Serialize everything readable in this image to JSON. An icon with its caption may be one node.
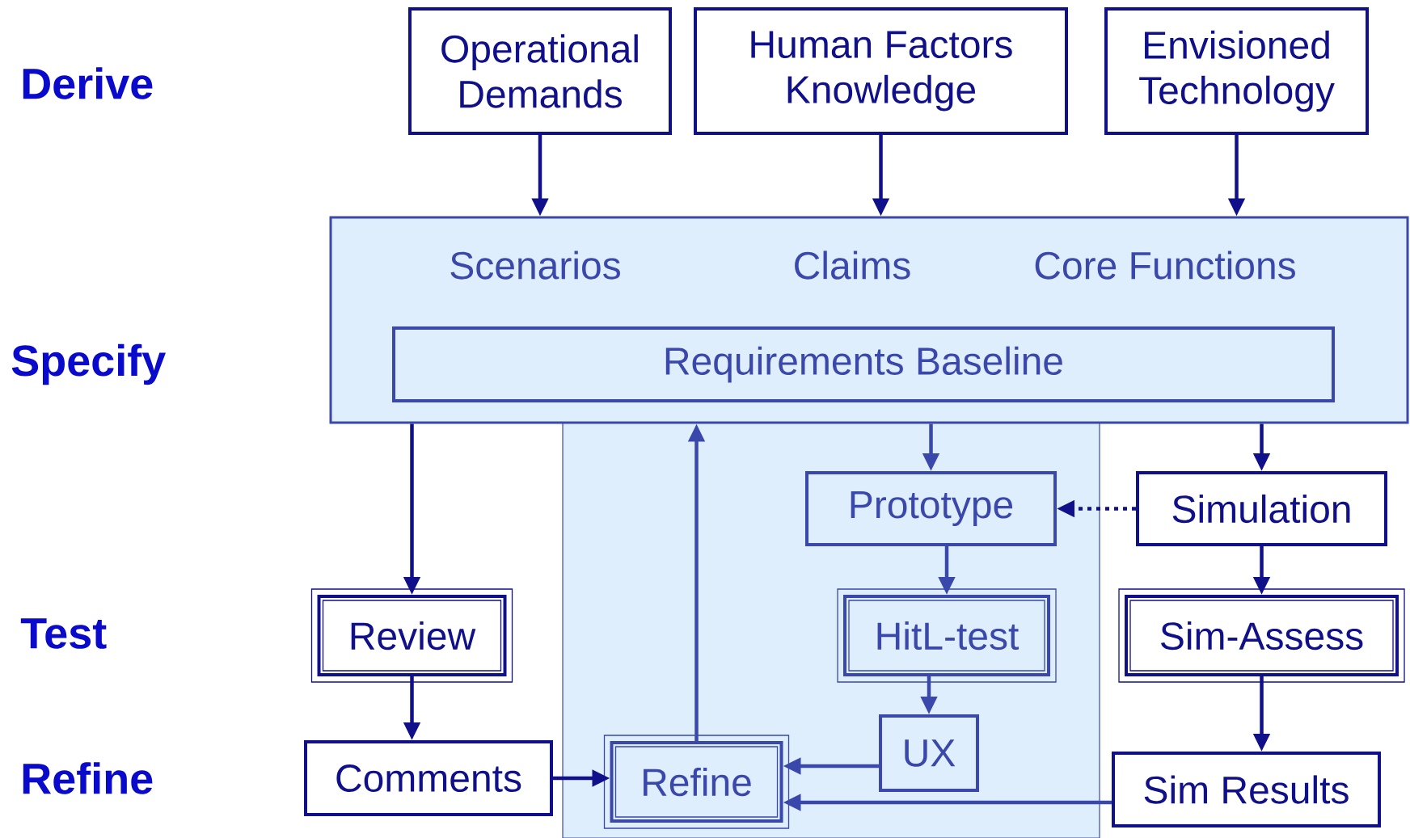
{
  "diagram": {
    "nodes": [
      {
        "text": [
          "Operational Demands"
        ]
      },
      {
        "text": [
          "Human Factors Knowledge"
        ]
      },
      {
        "text": [
          "Envisioned Technology"
        ]
      },
      {
        "text": [
          "Scenarios",
          "Claims",
          "Core Functions"
        ]
      },
      {
        "text": [
          "Requirements Baseline"
        ],
        "in": 3
      },
      {
        "text": [],
        "shape": "box"
      },
      {
        "text": [
          "Prototype"
        ],
        "in": 5
      },
      {
        "text": [
          "Simulation"
        ]
      },
      {
        "text": [
          "Review"
        ]
      },
      {
        "text": [
          "HitL-test"
        ],
        "in": 5
      },
      {
        "text": [
          "Sim-Assess"
        ]
      },
      {
        "text": [
          "Comments"
        ]
      },
      {
        "text": [
          "Refine"
        ],
        "in": 5
      },
      {
        "text": [
          "UX"
        ],
        "in": 5
      },
      {
        "text": [
          "Sim Results"
        ]
      }
    ],
    "edges": [
      {
        "from": 0,
        "to": 3,
        "arrow": "to"
      },
      {
        "from": 1,
        "to": 3,
        "arrow": "to"
      },
      {
        "from": 2,
        "to": 3,
        "arrow": "to"
      },
      {
        "from": 3,
        "to": 8,
        "arrow": "to"
      },
      {
        "from": 3,
        "to": 6,
        "arrow": "to",
        "color": "#3a48ab"
      },
      {
        "from": 3,
        "to": 7,
        "arrow": "to"
      },
      {
        "from": 7,
        "to": 6,
        "arrow": "to",
        "style": "dashed"
      },
      {
        "from": 6,
        "to": 9,
        "arrow": "to",
        "color": "#3a48ab"
      },
      {
        "from": 7,
        "to": 10,
        "arrow": "to"
      },
      {
        "from": 8,
        "to": 11,
        "arrow": "to"
      },
      {
        "from": 9,
        "to": 13,
        "arrow": "to",
        "color": "#3a48ab"
      },
      {
        "from": 10,
        "to": 14,
        "arrow": "to"
      },
      {
        "from": 11,
        "to": 12,
        "arrow": "to"
      },
      {
        "from": 13,
        "to": 12,
        "arrow": "to",
        "color": "#3a48ab"
      },
      {
        "from": 14,
        "to": 12,
        "arrow": "to",
        "color": "#3a48ab"
      },
      {
        "from": 12,
        "to": 3,
        "arrow": "to",
        "color": "#3a48ab"
      }
    ],
    "labels": [
      "Derive",
      "Specify",
      "Test",
      "Refine"
    ]
  }
}
